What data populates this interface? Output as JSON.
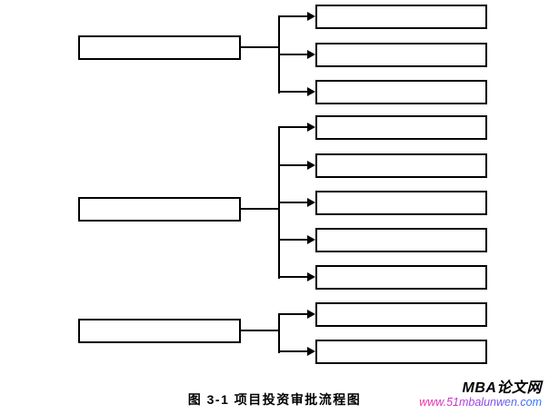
{
  "figure": {
    "caption": "图 3-1  项目投资审批流程图",
    "type": "flowchart",
    "line_color": "#000000",
    "box_background": "#ffffff",
    "groups": [
      {
        "source_label": "",
        "branch_count": 3,
        "branch_labels": [
          "",
          "",
          ""
        ]
      },
      {
        "source_label": "",
        "branch_count": 5,
        "branch_labels": [
          "",
          "",
          "",
          "",
          ""
        ]
      },
      {
        "source_label": "",
        "branch_count": 2,
        "branch_labels": [
          "",
          ""
        ]
      }
    ]
  },
  "watermark": {
    "site_name": "MBA论文网",
    "site_url": "www.51mbalunwen.com",
    "url_gradient": [
      "#ff2f9e",
      "#a13ae0",
      "#1f7bff"
    ]
  }
}
